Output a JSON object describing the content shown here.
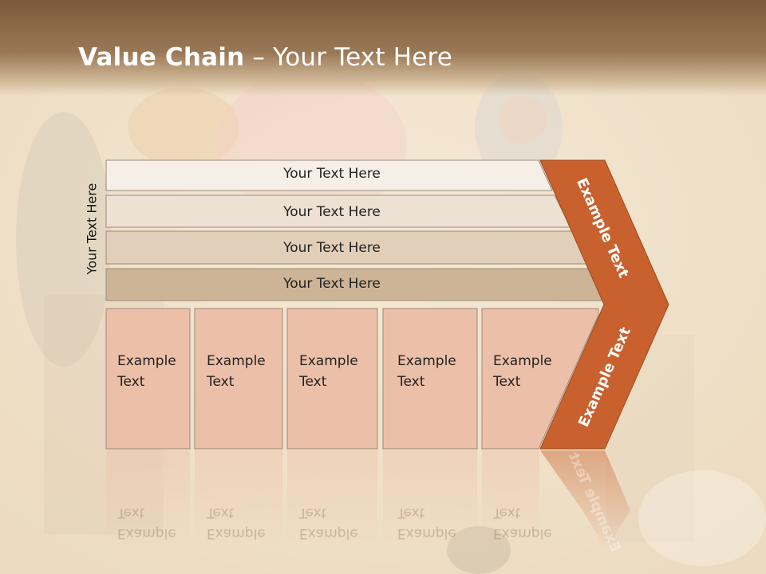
{
  "title": {
    "bold": "Value Chain",
    "rest": " – Your Text Here"
  },
  "side_label": "Your Text Here",
  "bars": [
    "Your Text Here",
    "Your Text Here",
    "Your Text Here",
    "Your Text Here"
  ],
  "boxes": [
    {
      "line1": "Example",
      "line2": "Text"
    },
    {
      "line1": "Example",
      "line2": "Text"
    },
    {
      "line1": "Example",
      "line2": "Text"
    },
    {
      "line1": "Example",
      "line2": "Text"
    },
    {
      "line1": "Example",
      "line2": "Text"
    }
  ],
  "chevron": {
    "upper": "Example Text",
    "lower": "Example Text"
  },
  "colors": {
    "accent": "#c8612e",
    "box": "#ecc0a8",
    "title_bar": "#8a6a4a"
  }
}
